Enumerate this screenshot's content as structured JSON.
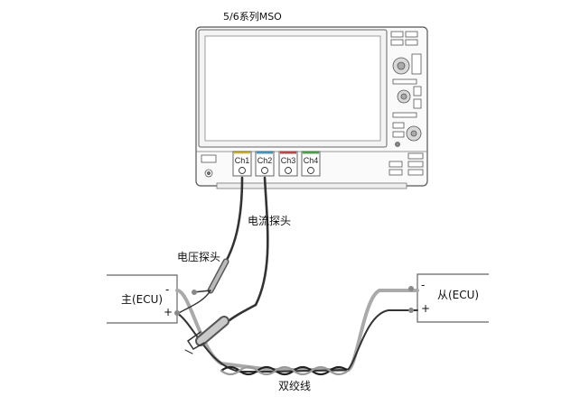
{
  "instrument": {
    "title": "5/6系列MSO"
  },
  "channels": [
    {
      "label": "Ch1",
      "color": "#e0c020"
    },
    {
      "label": "Ch2",
      "color": "#3aa0d0"
    },
    {
      "label": "Ch3",
      "color": "#d04040"
    },
    {
      "label": "Ch4",
      "color": "#40b040"
    }
  ],
  "probes": {
    "current": "电流探头",
    "voltage": "电压探头"
  },
  "ecu_master": {
    "label": "主(ECU)",
    "minus": "-",
    "plus": "+"
  },
  "ecu_slave": {
    "label": "从(ECU)",
    "minus": "-",
    "plus": "+"
  },
  "cable": {
    "label": "双绞线"
  }
}
